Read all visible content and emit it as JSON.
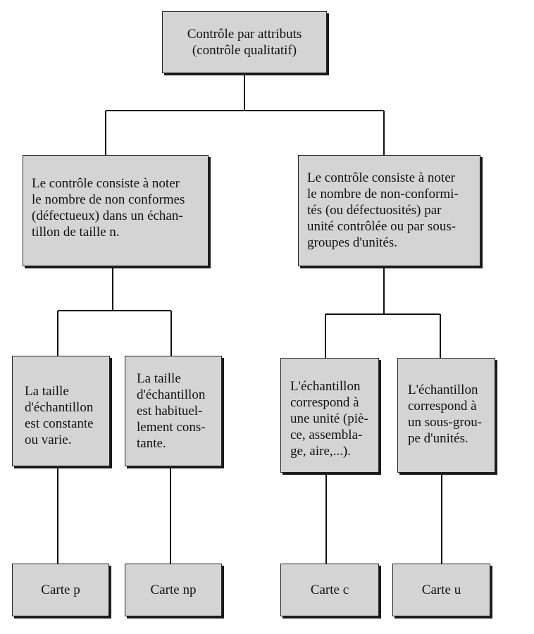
{
  "root": {
    "label": "Contrôle par attributs\n(contrôle qualitatif)"
  },
  "branches": [
    {
      "text": "Le contrôle consiste à noter\nle nombre de non conformes\n(défectueux) dans un échan-\ntillon de taille n.",
      "children": [
        {
          "text": "La  taille\nd'échantillon\nest constante\nou varie.",
          "chart": "Carte p"
        },
        {
          "text": "La taille\nd'échantillon\nest habituel-\nlement cons-\ntante.",
          "chart": "Carte np"
        }
      ]
    },
    {
      "text": "Le contrôle consiste à noter\nle nombre de non-conformi-\ntés (ou défectuosités) par\nunité contrôlée ou par sous-\ngroupes d'unités.",
      "children": [
        {
          "text": "L'échantillon\ncorrespond à\nune unité (piè-\nce, assembla-\nge, aire,...).",
          "chart": "Carte c"
        },
        {
          "text": "L'échantillon\ncorrespond à\nun sous-grou-\npe d'unités.",
          "chart": "Carte u"
        }
      ]
    }
  ]
}
